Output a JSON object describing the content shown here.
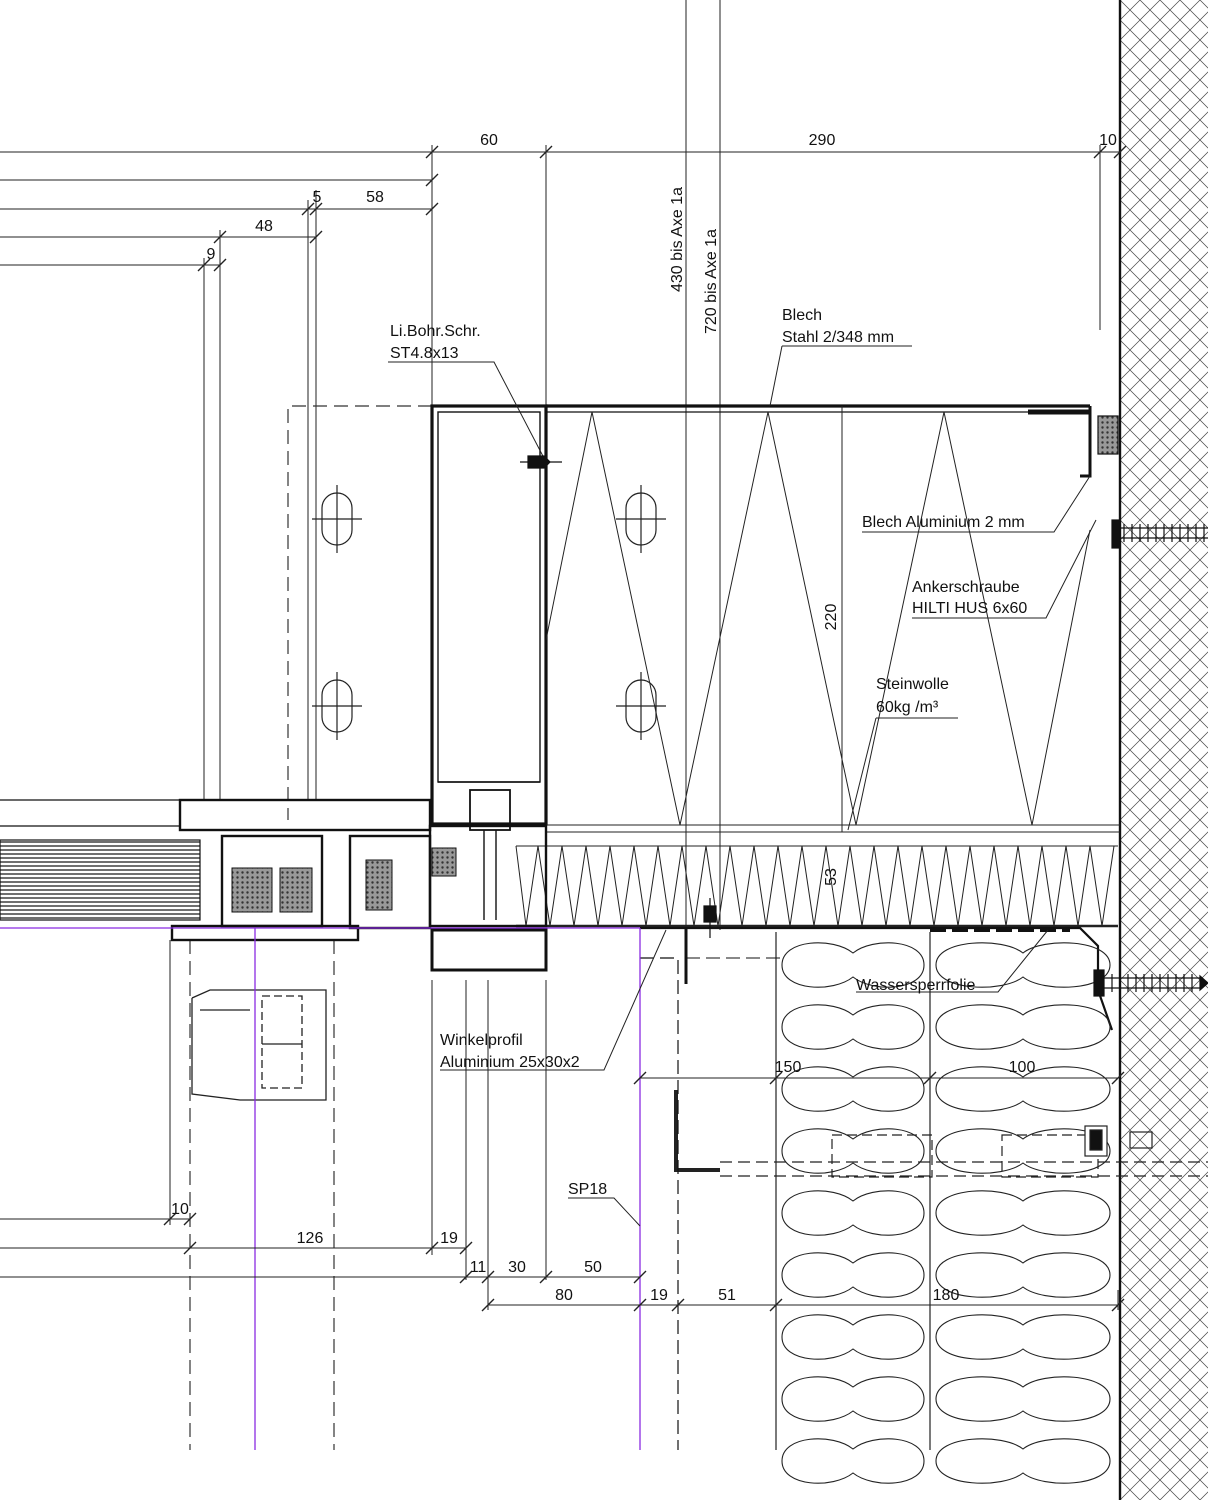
{
  "drawing": {
    "colors": {
      "line": "#111111",
      "thin": "#222222",
      "purple": "#8a2be2",
      "background": "#ffffff"
    },
    "labels": {
      "screw_line1": "Li.Bohr.Schr.",
      "screw_line2": "ST4.8x13",
      "sheet_steel_line1": "Blech",
      "sheet_steel_line2": "Stahl 2/348 mm",
      "sheet_alu": "Blech Aluminium 2 mm",
      "anchor_line1": "Ankerschraube",
      "anchor_line2": "HILTI HUS 6x60",
      "wool_line1": "Steinwolle",
      "wool_line2": "60kg /m³",
      "membrane": "Wassersperrfolie",
      "angle_line1": "Winkelprofil",
      "angle_line2": "Aluminium 25x30x2",
      "sp18": "SP18",
      "axis_430": "430 bis Axe 1a",
      "axis_720": "720 bis Axe 1a"
    },
    "dimensions": {
      "top_60": "60",
      "top_290": "290",
      "top_10": "10",
      "top_5": "5",
      "top_58": "58",
      "top_48": "48",
      "top_9": "9",
      "v_220": "220",
      "v_53": "53",
      "mid_150": "150",
      "mid_100": "100",
      "bot_10": "10",
      "bot_126": "126",
      "bot_19a": "19",
      "bot_11": "11",
      "bot_30": "30",
      "bot_50": "50",
      "bot_80": "80",
      "bot_19b": "19",
      "bot_51": "51",
      "bot_180": "180"
    }
  }
}
